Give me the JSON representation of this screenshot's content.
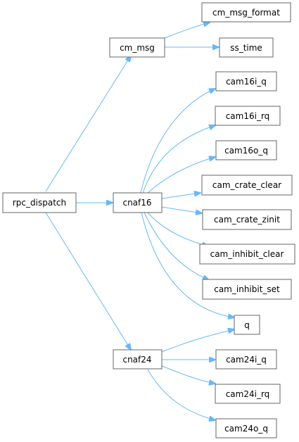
{
  "nodes": {
    "rpc_dispatch": {
      "label": "rpc_dispatch",
      "fill": "#999999",
      "stroke": "#666666"
    },
    "cm_msg": {
      "label": "cm_msg"
    },
    "cm_msg_format": {
      "label": "cm_msg_format",
      "fill": "#fff0f0",
      "stroke": "#ff0000"
    },
    "ss_time": {
      "label": "ss_time"
    },
    "cnaf16": {
      "label": "cnaf16"
    },
    "cam16i_q": {
      "label": "cam16i_q"
    },
    "cam16i_rq": {
      "label": "cam16i_rq"
    },
    "cam16o_q": {
      "label": "cam16o_q"
    },
    "cam_crate_clear": {
      "label": "cam_crate_clear"
    },
    "cam_crate_zinit": {
      "label": "cam_crate_zinit"
    },
    "cam_inhibit_clear": {
      "label": "cam_inhibit_clear"
    },
    "cam_inhibit_set": {
      "label": "cam_inhibit_set"
    },
    "q": {
      "label": "q"
    },
    "cnaf24": {
      "label": "cnaf24"
    },
    "cam24i_q": {
      "label": "cam24i_q"
    },
    "cam24i_rq": {
      "label": "cam24i_rq"
    },
    "cam24o_q": {
      "label": "cam24o_q"
    }
  },
  "edges": [
    {
      "from": "rpc_dispatch",
      "to": "cm_msg"
    },
    {
      "from": "rpc_dispatch",
      "to": "cnaf16"
    },
    {
      "from": "rpc_dispatch",
      "to": "cnaf24"
    },
    {
      "from": "cm_msg",
      "to": "cm_msg_format"
    },
    {
      "from": "cm_msg",
      "to": "ss_time"
    },
    {
      "from": "cnaf16",
      "to": "cam16i_q"
    },
    {
      "from": "cnaf16",
      "to": "cam16i_rq"
    },
    {
      "from": "cnaf16",
      "to": "cam16o_q"
    },
    {
      "from": "cnaf16",
      "to": "cam_crate_clear"
    },
    {
      "from": "cnaf16",
      "to": "cam_crate_zinit"
    },
    {
      "from": "cnaf16",
      "to": "cam_inhibit_clear"
    },
    {
      "from": "cnaf16",
      "to": "cam_inhibit_set"
    },
    {
      "from": "cnaf16",
      "to": "q"
    },
    {
      "from": "cnaf24",
      "to": "q"
    },
    {
      "from": "cnaf24",
      "to": "cam24i_q"
    },
    {
      "from": "cnaf24",
      "to": "cam24i_rq"
    },
    {
      "from": "cnaf24",
      "to": "cam24o_q"
    }
  ],
  "colors": {
    "edge": "#63b8ff",
    "node_border": "#666666",
    "node_fill": "#ffffff"
  }
}
